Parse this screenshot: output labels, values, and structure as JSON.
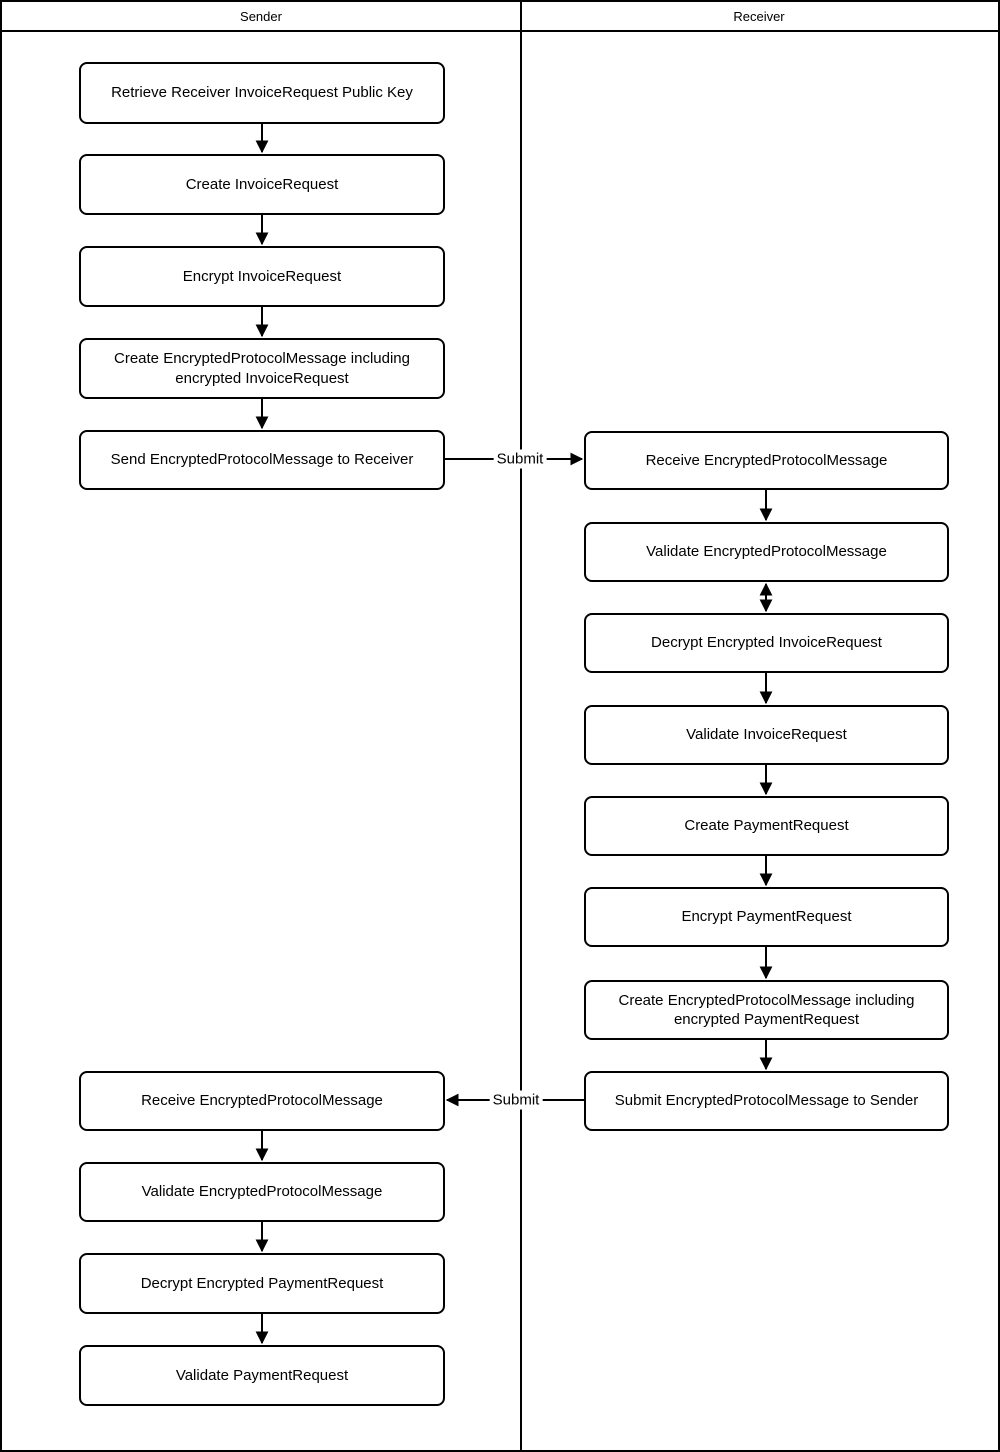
{
  "header": {
    "sender_lane": "Sender",
    "receiver_lane": "Receiver"
  },
  "nodes": {
    "s1": "Retrieve Receiver InvoiceRequest Public Key",
    "s2": "Create InvoiceRequest",
    "s3": "Encrypt InvoiceRequest",
    "s4": "Create EncryptedProtocolMessage including encrypted InvoiceRequest",
    "s5": "Send EncryptedProtocolMessage to Receiver",
    "s6": "Receive EncryptedProtocolMessage",
    "s7": "Validate EncryptedProtocolMessage",
    "s8": "Decrypt Encrypted PaymentRequest",
    "s9": "Validate PaymentRequest",
    "r1": "Receive EncryptedProtocolMessage",
    "r2": "Validate EncryptedProtocolMessage",
    "r3": "Decrypt Encrypted InvoiceRequest",
    "r4": "Validate InvoiceRequest",
    "r5": "Create PaymentRequest",
    "r6": "Encrypt PaymentRequest",
    "r7": "Create EncryptedProtocolMessage including encrypted PaymentRequest",
    "r8": "Submit EncryptedProtocolMessage to Sender"
  },
  "edge_labels": {
    "sender_to_receiver": "Submit",
    "receiver_to_sender": "Submit"
  },
  "colors": {
    "stroke": "#000000",
    "background": "#ffffff",
    "text": "#000000"
  }
}
